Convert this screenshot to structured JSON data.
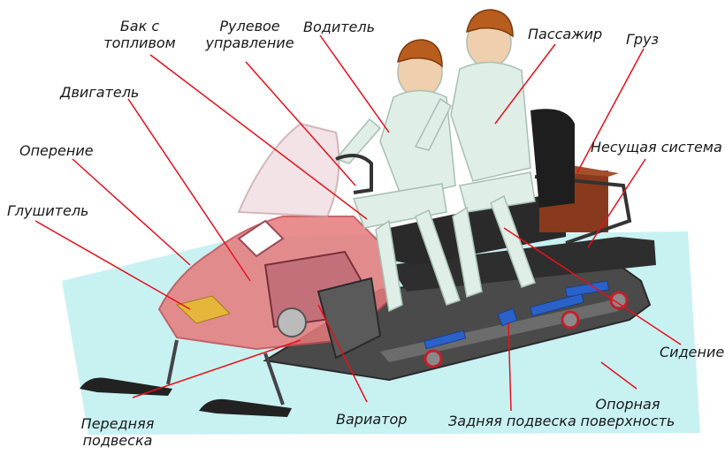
{
  "labels": {
    "fuel_tank": "Бак с\nтопливом",
    "steering": "Рулевое\nуправление",
    "driver": "Водитель",
    "passenger": "Пассажир",
    "cargo": "Груз",
    "engine": "Двигатель",
    "fairing": "Оперение",
    "frame": "Несущая система",
    "muffler": "Глушитель",
    "seat": "Сидение",
    "front_suspension": "Передняя\nподвеска",
    "variator": "Вариатор",
    "rear_suspension": "Задняя подвеска",
    "support_surface": "Опорная\nповерхность"
  },
  "colors": {
    "leader_line": "#e8101a",
    "support_surface": "#c8f1f2",
    "fairing": "#e77a7c",
    "mannequin": "#dfeee6",
    "cargo": "#8a3a1c",
    "suspension": "#2a62c9",
    "track": "#4a4a4a"
  }
}
